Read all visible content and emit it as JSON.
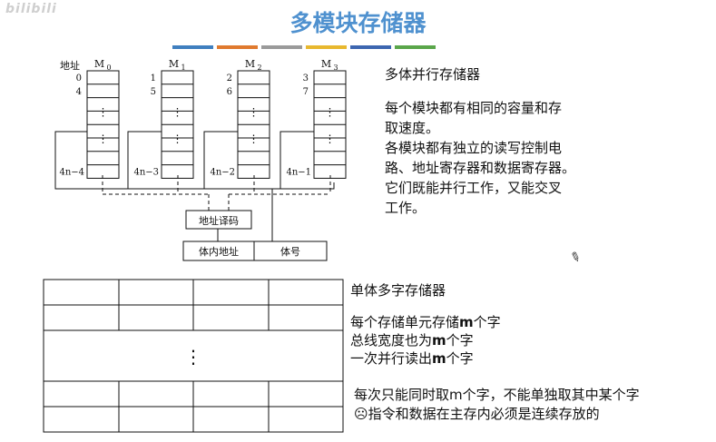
{
  "watermark": "bilibili",
  "title": "多模块存储器",
  "accent_bar_colors": [
    "#3f7fbf",
    "#e07a2e",
    "#9a9a9a",
    "#e8b82e",
    "#3d66b0",
    "#5aa64a"
  ],
  "diagram": {
    "addr_label": "地址",
    "modules": [
      {
        "name": "M",
        "sub": "0",
        "addr_top": [
          "0",
          "4"
        ],
        "addr_bottom": "4n−4"
      },
      {
        "name": "M",
        "sub": "1",
        "addr_top": [
          "1",
          "5"
        ],
        "addr_bottom": "4n−3"
      },
      {
        "name": "M",
        "sub": "2",
        "addr_top": [
          "2",
          "6"
        ],
        "addr_bottom": "4n−2"
      },
      {
        "name": "M",
        "sub": "3",
        "addr_top": [
          "3",
          "7"
        ],
        "addr_bottom": "4n−1"
      }
    ],
    "decoder_label": "地址译码",
    "inner_addr_label": "体内地址",
    "bank_no_label": "体号"
  },
  "multi_bank": {
    "heading": "多体并行存储器",
    "lines": [
      "每个模块都有相同的容量和存",
      "取速度。",
      "各模块都有独立的读写控制电",
      "路、地址寄存器和数据寄存器。",
      "它们既能并行工作，又能交叉",
      "工作。"
    ]
  },
  "single_bank": {
    "heading": "单体多字存储器",
    "lines": [
      {
        "pre": "每个存储单元存储",
        "bold": "m",
        "post": "个字"
      },
      {
        "pre": "总线宽度也为",
        "bold": "m",
        "post": "个字"
      },
      {
        "pre": "一次并行读出",
        "bold": "m",
        "post": "个字"
      }
    ],
    "notes": [
      "每次只能同时取m个字，不能单独取其中某个字",
      "☹指令和数据在主存内必须是连续存放的"
    ],
    "ellipsis": "⋮"
  }
}
